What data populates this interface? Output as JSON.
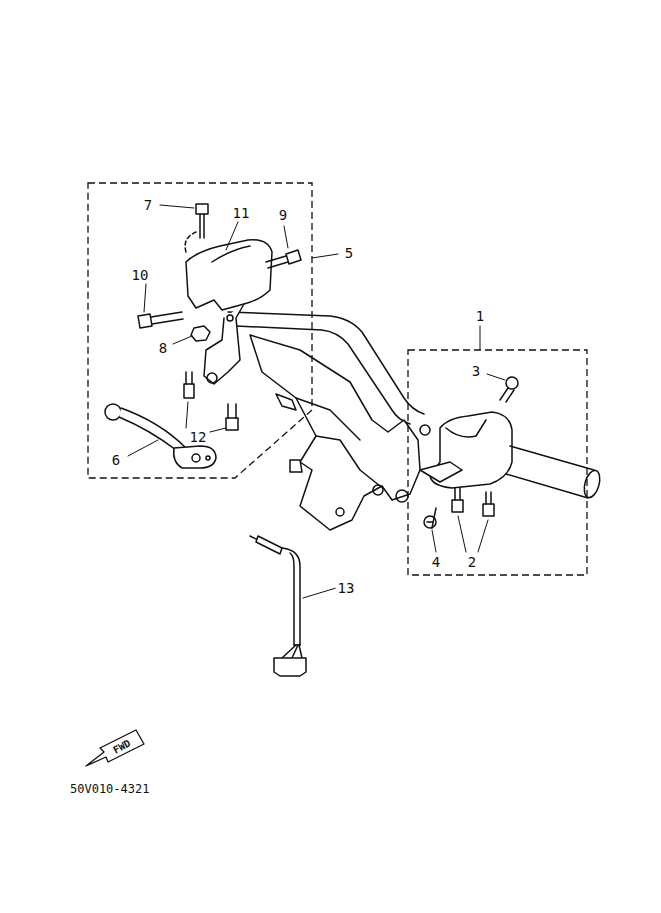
{
  "diagram": {
    "nodes": [
      {
        "text": [
          "5"
        ]
      },
      {
        "text": [
          "1"
        ]
      }
    ],
    "labels": [
      "7",
      "11",
      "9",
      "10",
      "8",
      "12",
      "6",
      "3",
      "4",
      "2",
      "13",
      "FWD",
      "50V010-4321"
    ]
  }
}
